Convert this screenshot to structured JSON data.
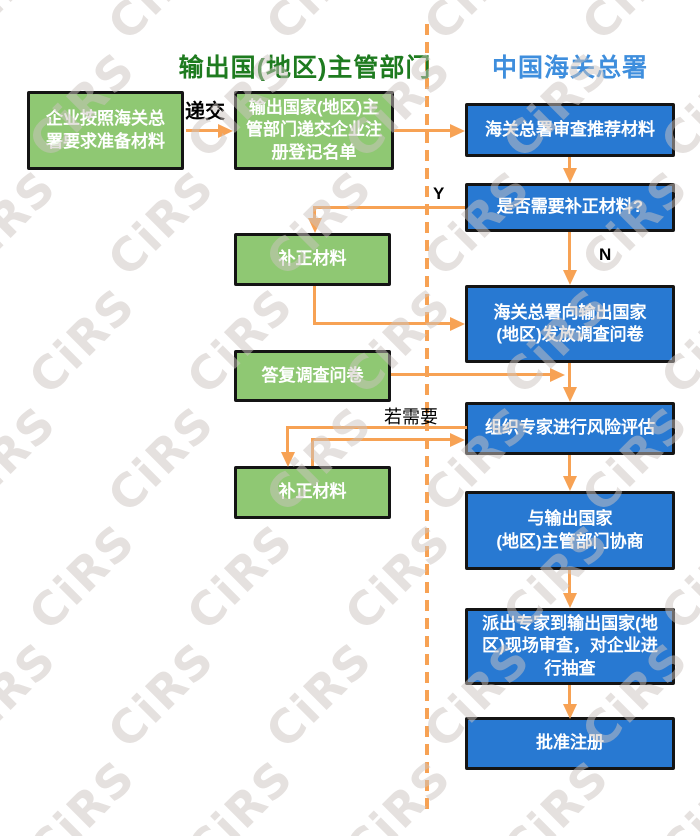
{
  "columns": {
    "left_header": "输出国(地区)主管部门",
    "right_header": "中国海关总署"
  },
  "nodes": {
    "l1": {
      "label": "企业按照海关总\n署要求准备材料"
    },
    "l2": {
      "label": "输出国家(地区)主\n管部门递交企业注\n册登记名单"
    },
    "l3": {
      "label": "补正材料"
    },
    "l4": {
      "label": "答复调查问卷"
    },
    "l5": {
      "label": "补正材料"
    },
    "r1": {
      "label": "海关总署审查推荐材料"
    },
    "r2": {
      "label": "是否需要补正材料?"
    },
    "r3": {
      "label": "海关总署向输出国家\n(地区)发放调查问卷"
    },
    "r4": {
      "label": "组织专家进行风险评估"
    },
    "r5": {
      "label": "与输出国家\n(地区)主管部门协商"
    },
    "r6": {
      "label": "派出专家到输出国家(地\n区)现场审查，对企业进\n行抽查"
    },
    "r7": {
      "label": "批准注册"
    }
  },
  "edge_labels": {
    "submit": "递交",
    "yes": "Y",
    "no": "N",
    "if_needed": "若需要"
  },
  "watermark": {
    "text": "CiRS"
  },
  "colors": {
    "green_box": "#8FC873",
    "blue_box": "#2879D2",
    "green_header": "#1E7B1F",
    "blue_header": "#3E8EDD",
    "arrow": "#F7A254",
    "border": "#141414"
  }
}
